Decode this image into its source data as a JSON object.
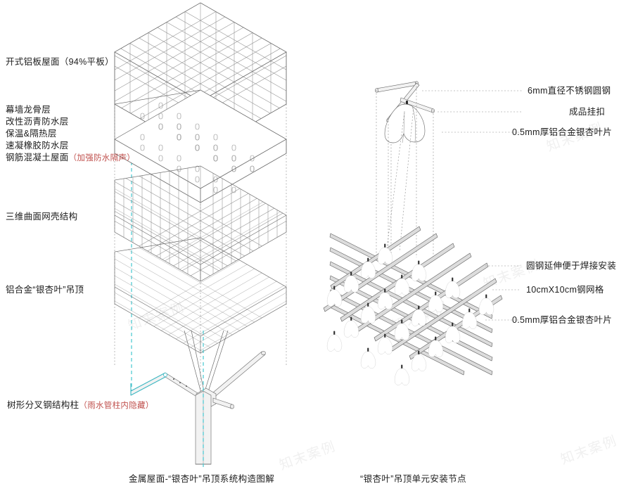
{
  "document": {
    "title": "金属屋面-“银杏叶”吊顶系统构造图解",
    "background_color": "#ffffff",
    "line_color": "#6e6e6e",
    "accent_teal": "#45c8d0",
    "accent_red": "#c0504d"
  },
  "left_diagram": {
    "caption": "金属屋面-“银杏叶”吊顶系统构造图解",
    "labels": {
      "roof_panel": "开式铝板屋面（94%平板）",
      "buildup_stack": [
        "幕墙龙骨层",
        "改性沥青防水层",
        "保温&隔热层",
        "速凝橡胶防水层"
      ],
      "buildup_last": "钢筋混凝土屋面",
      "buildup_last_note": "（加强防水隔声）",
      "shell_structure": "三维曲面网壳结构",
      "ceiling": "铝合金“银杏叶”吊顶",
      "column": "树形分叉钢结构柱",
      "column_note": "（雨水管柱内隐藏）"
    }
  },
  "right_diagram": {
    "caption": "“银杏叶”吊顶单元安装节点",
    "callouts_top": [
      "6mm直径不锈钢圆钢",
      "成品挂扣",
      "0.5mm厚铝合金银杏叶片"
    ],
    "callouts_bottom": [
      "圆钢延伸便于焊接安装",
      "10cmX10cm钢网格",
      "0.5mm厚铝合金银杏叶片"
    ]
  },
  "watermark": {
    "text": "知末案例"
  }
}
